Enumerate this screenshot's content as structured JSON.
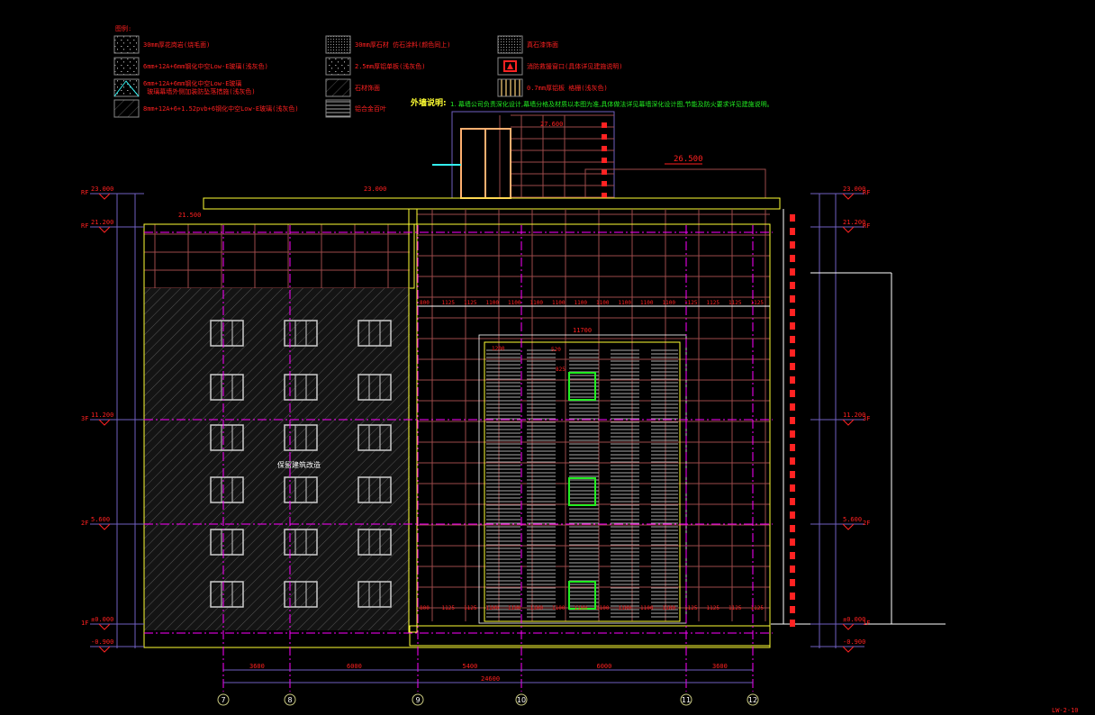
{
  "legend": {
    "title": "图例:",
    "items": [
      {
        "pattern": "granite-dense",
        "label": "30mm厚花岗岩(烧毛面)"
      },
      {
        "pattern": "glass-sparse",
        "label": "6mm+12A+6mm钢化中空Low-E玻璃(浅灰色)"
      },
      {
        "pattern": "glass-triangle",
        "label": "6mm+12A+6mm钢化中空Low-E玻璃 玻璃幕墙外侧加装防坠落措施(浅灰色)"
      },
      {
        "pattern": "diagonal",
        "label": "8mm+12A+6+1.52pvb+6钢化中空Low-E玻璃(浅灰色)"
      },
      {
        "pattern": "stone-dense",
        "label": "30mm厚石材 仿石涂料(颜色同上)"
      },
      {
        "pattern": "stone-sparse",
        "label": "2.5mm厚铝单板(浅灰色)"
      },
      {
        "pattern": "dashes",
        "label": "石材饰面"
      },
      {
        "pattern": "horizontal-lines",
        "label": "铝合金百叶"
      },
      {
        "pattern": "dots",
        "label": "真石漆饰面"
      },
      {
        "pattern": "red-sign",
        "label": "消防救援窗口(具体详见建施说明)"
      },
      {
        "pattern": "vertical-bars",
        "label": "0.7mm厚铝板 格栅(浅灰色)"
      }
    ]
  },
  "notes": {
    "title": "外墙说明:",
    "text": "1. 幕墙公司负责深化设计,幕墙分格及材质以本图为准,具体做法详见幕墙深化设计图,节能及防火要求详见建施说明。"
  },
  "building_label": "保留建筑改造",
  "levels_left": [
    {
      "name": "RF",
      "value": "23.000"
    },
    {
      "name": "RF",
      "value": "21.200"
    },
    {
      "name": "3F",
      "value": "11.200"
    },
    {
      "name": "2F",
      "value": "5.600"
    },
    {
      "name": "1F",
      "value": "±0.000"
    },
    {
      "name": "",
      "value": "-0.900"
    }
  ],
  "levels_right": [
    {
      "name": "RF",
      "value": "23.000"
    },
    {
      "name": "RF",
      "value": "21.200"
    },
    {
      "name": "3F",
      "value": "11.200"
    },
    {
      "name": "2F",
      "value": "5.600"
    },
    {
      "name": "1F",
      "value": "±0.000"
    },
    {
      "name": "",
      "value": "-0.900"
    }
  ],
  "top_levels": {
    "roof_parapet": "23.000",
    "penthouse": "27.600",
    "stair_roof": "26.500",
    "left_parapet": "21.500"
  },
  "axes": [
    "7",
    "8",
    "9",
    "10",
    "11",
    "12"
  ],
  "axis_spans": [
    "3600",
    "6000",
    "5400",
    "6000",
    "3600"
  ],
  "axis_total": "24600",
  "grid_dims_top": [
    "800",
    "1125",
    "1125",
    "1100",
    "1100",
    "1100",
    "1100",
    "1100",
    "1100",
    "1100",
    "1100",
    "1100",
    "1125",
    "1125",
    "1125",
    "1125"
  ],
  "inner_width": "11700",
  "louver_dims": [
    "1200",
    "520",
    "825"
  ],
  "sheet_number": "LW-2-10",
  "colors": {
    "background": "#000000",
    "text": "#ff2020",
    "outline": "#ffff33",
    "grid": "#9c4a4a",
    "axis": "#ff00ff",
    "dimension": "#7060c0",
    "fire_window": "#22ee22"
  }
}
